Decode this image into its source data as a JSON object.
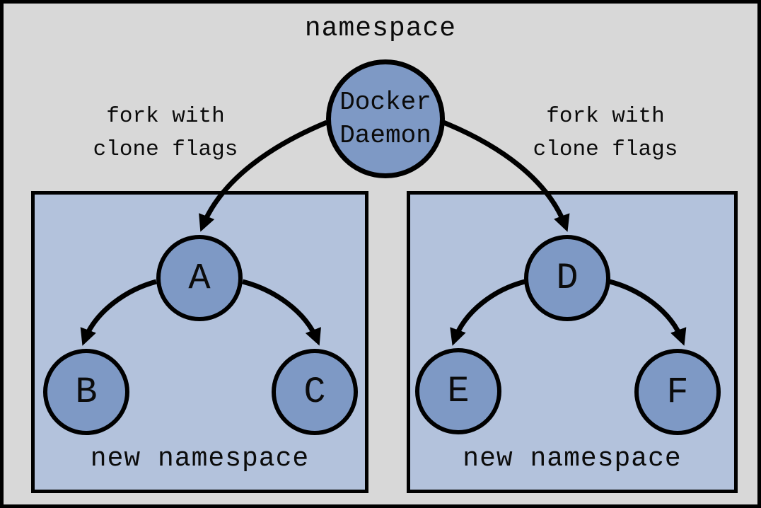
{
  "diagram": {
    "title": "namespace",
    "root_node": {
      "label": "Docker\nDaemon"
    },
    "edge_labels": {
      "left": "fork with\nclone flags",
      "right": "fork with\nclone flags"
    },
    "namespaces": {
      "left": {
        "label": "new namespace",
        "parent": "A",
        "children": [
          "B",
          "C"
        ]
      },
      "right": {
        "label": "new namespace",
        "parent": "D",
        "children": [
          "E",
          "F"
        ]
      }
    },
    "colors": {
      "canvas_background": "#d8d8d8",
      "namespace_box_fill": "#b3c2dc",
      "node_fill": "#7e99c5",
      "stroke": "#000000"
    }
  }
}
